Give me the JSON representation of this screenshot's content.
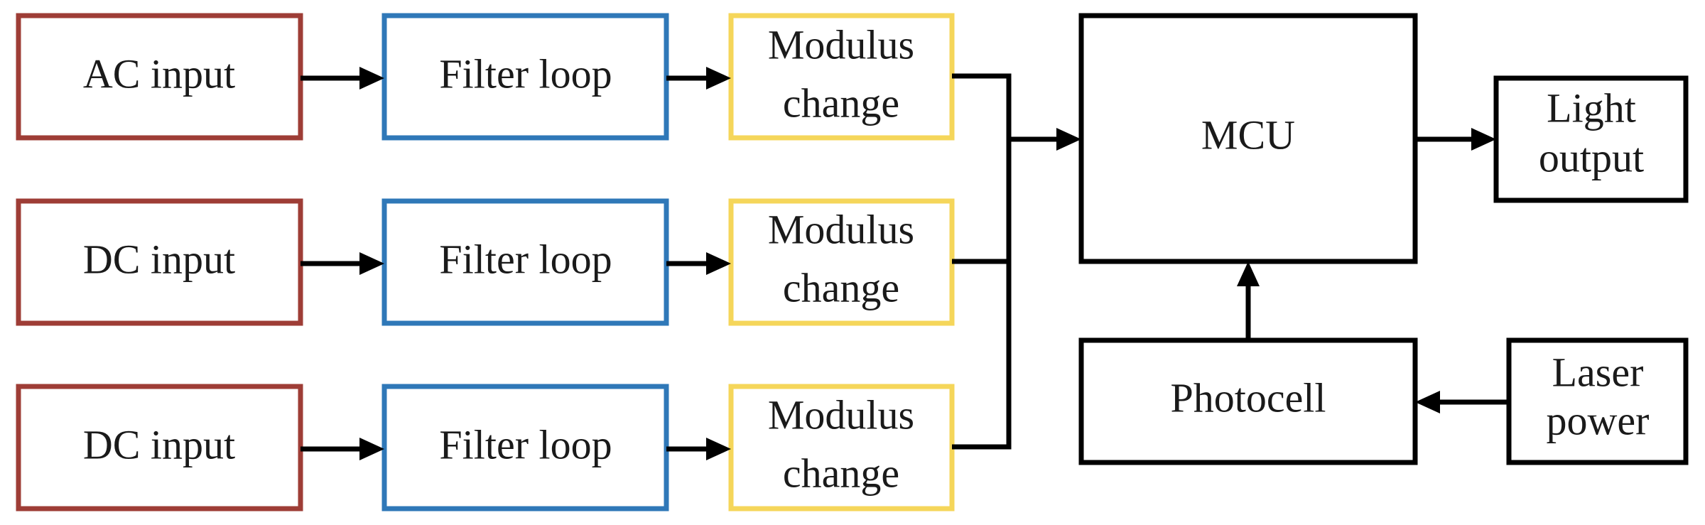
{
  "colors": {
    "input_border": "#9e3d36",
    "filter_border": "#2f78b8",
    "modulus_border": "#f5d65a",
    "system_border": "#000000",
    "connector": "#000000"
  },
  "rows": [
    {
      "input": "AC input",
      "filter": "Filter loop",
      "modulus": [
        "Modulus",
        "change"
      ]
    },
    {
      "input": "DC input",
      "filter": "Filter loop",
      "modulus": [
        "Modulus",
        "change"
      ]
    },
    {
      "input": "DC input",
      "filter": "Filter loop",
      "modulus": [
        "Modulus",
        "change"
      ]
    }
  ],
  "mcu": {
    "label": "MCU"
  },
  "light_output": {
    "lines": [
      "Light",
      "output"
    ]
  },
  "photocell": {
    "label": "Photocell"
  },
  "laser_power": {
    "lines": [
      "Laser",
      "power"
    ]
  }
}
